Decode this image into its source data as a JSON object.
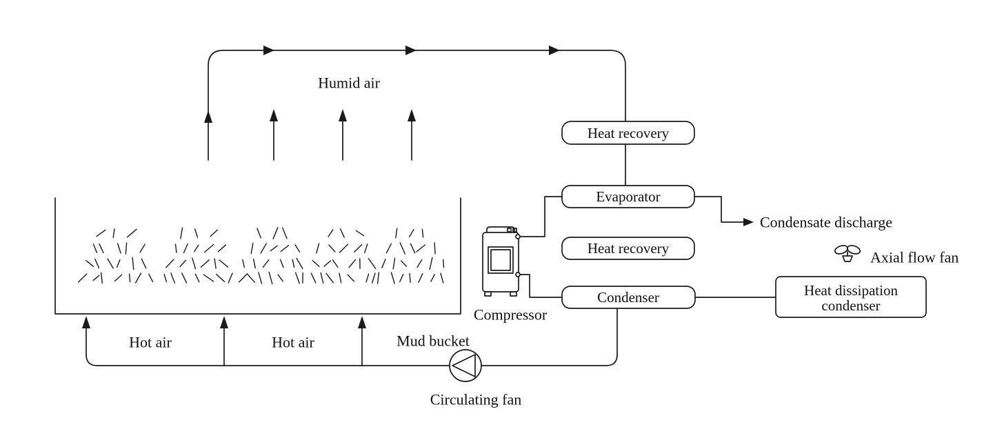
{
  "colors": {
    "line": "#1a1a1a",
    "text": "#111111",
    "background": "#ffffff"
  },
  "labels": {
    "humid_air": "Humid air",
    "heat_recovery_top": "Heat recovery",
    "evaporator": "Evaporator",
    "condensate_discharge": "Condensate discharge",
    "heat_recovery_mid": "Heat recovery",
    "axial_flow_fan": "Axial flow fan",
    "condenser": "Condenser",
    "heat_dissipation_line1": "Heat dissipation",
    "heat_dissipation_line2": "condenser",
    "compressor": "Compressor",
    "hot_air_left": "Hot air",
    "hot_air_mid": "Hot air",
    "mud_bucket": "Mud bucket",
    "circulating_fan": "Circulating fan"
  }
}
